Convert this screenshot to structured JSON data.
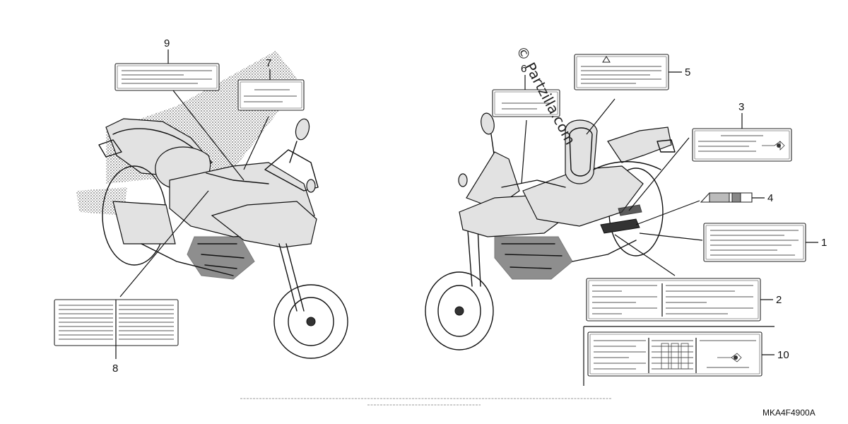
{
  "diagram": {
    "watermark": "© Partzilla.com",
    "diagram_code": "MKA4F4900A",
    "callouts": [
      {
        "id": "9",
        "label": "9"
      },
      {
        "id": "7",
        "label": "7"
      },
      {
        "id": "8",
        "label": "8"
      },
      {
        "id": "6",
        "label": "6"
      },
      {
        "id": "5",
        "label": "5"
      },
      {
        "id": "3",
        "label": "3"
      },
      {
        "id": "4",
        "label": "4"
      },
      {
        "id": "1",
        "label": "1"
      },
      {
        "id": "2",
        "label": "2"
      },
      {
        "id": "10",
        "label": "10"
      }
    ]
  }
}
